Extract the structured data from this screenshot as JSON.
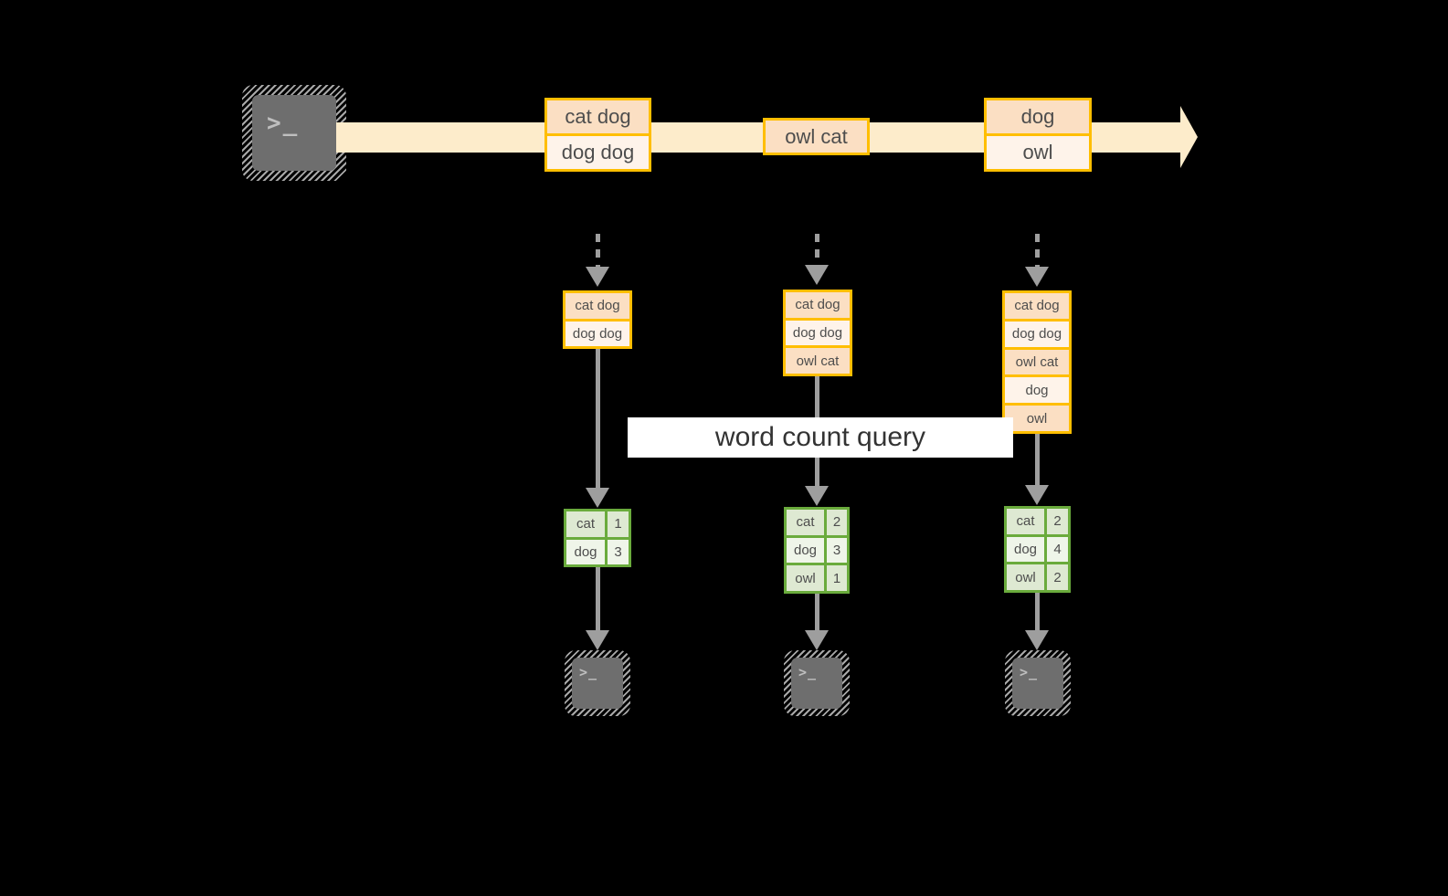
{
  "theme": {
    "background": "#000000",
    "stream_fill": "#FDECCB",
    "record_border": "#FFBE00",
    "record_fill_dark": "#FBDFC3",
    "record_fill_light": "#FEF3EA",
    "result_border": "#6AAB3C",
    "result_fill_dark": "#DEE9D2",
    "result_fill_light": "#EFF5E9",
    "arrow_gray": "#9E9E9E",
    "terminal_fill": "#6E6E6E",
    "text": "#4D4D4D",
    "banner_fill": "#FFFFFF"
  },
  "source": {
    "icon": "terminal-prompt-icon",
    "glyph": ">_"
  },
  "stream": {
    "direction": "left-to-right",
    "batches": [
      {
        "id": "batch-1",
        "records": [
          {
            "text": "cat dog",
            "shade": "dark"
          },
          {
            "text": "dog dog",
            "shade": "light"
          }
        ]
      },
      {
        "id": "batch-2",
        "records": [
          {
            "text": "owl cat",
            "shade": "dark"
          }
        ]
      },
      {
        "id": "batch-3",
        "records": [
          {
            "text": "dog",
            "shade": "dark"
          },
          {
            "text": "owl",
            "shade": "light"
          }
        ]
      }
    ]
  },
  "query": {
    "label": "word count query"
  },
  "columns": [
    {
      "id": "t1",
      "snapshot": {
        "rows": [
          {
            "text": "cat dog",
            "shade": "dark"
          },
          {
            "text": "dog dog",
            "shade": "light"
          }
        ]
      },
      "result": {
        "rows": [
          {
            "key": "cat",
            "value": "1",
            "shade": "dark"
          },
          {
            "key": "dog",
            "value": "3",
            "shade": "light"
          }
        ]
      },
      "sink": {
        "icon": "terminal-prompt-icon",
        "glyph": ">_"
      }
    },
    {
      "id": "t2",
      "snapshot": {
        "rows": [
          {
            "text": "cat dog",
            "shade": "dark"
          },
          {
            "text": "dog dog",
            "shade": "light"
          },
          {
            "text": "owl cat",
            "shade": "dark"
          }
        ]
      },
      "result": {
        "rows": [
          {
            "key": "cat",
            "value": "2",
            "shade": "dark"
          },
          {
            "key": "dog",
            "value": "3",
            "shade": "light"
          },
          {
            "key": "owl",
            "value": "1",
            "shade": "dark"
          }
        ]
      },
      "sink": {
        "icon": "terminal-prompt-icon",
        "glyph": ">_"
      }
    },
    {
      "id": "t3",
      "snapshot": {
        "rows": [
          {
            "text": "cat dog",
            "shade": "dark"
          },
          {
            "text": "dog dog",
            "shade": "light"
          },
          {
            "text": "owl cat",
            "shade": "dark"
          },
          {
            "text": "dog",
            "shade": "light"
          },
          {
            "text": "owl",
            "shade": "dark"
          }
        ]
      },
      "result": {
        "rows": [
          {
            "key": "cat",
            "value": "2",
            "shade": "dark"
          },
          {
            "key": "dog",
            "value": "4",
            "shade": "light"
          },
          {
            "key": "owl",
            "value": "2",
            "shade": "dark"
          }
        ]
      },
      "sink": {
        "icon": "terminal-prompt-icon",
        "glyph": ">_"
      }
    }
  ]
}
